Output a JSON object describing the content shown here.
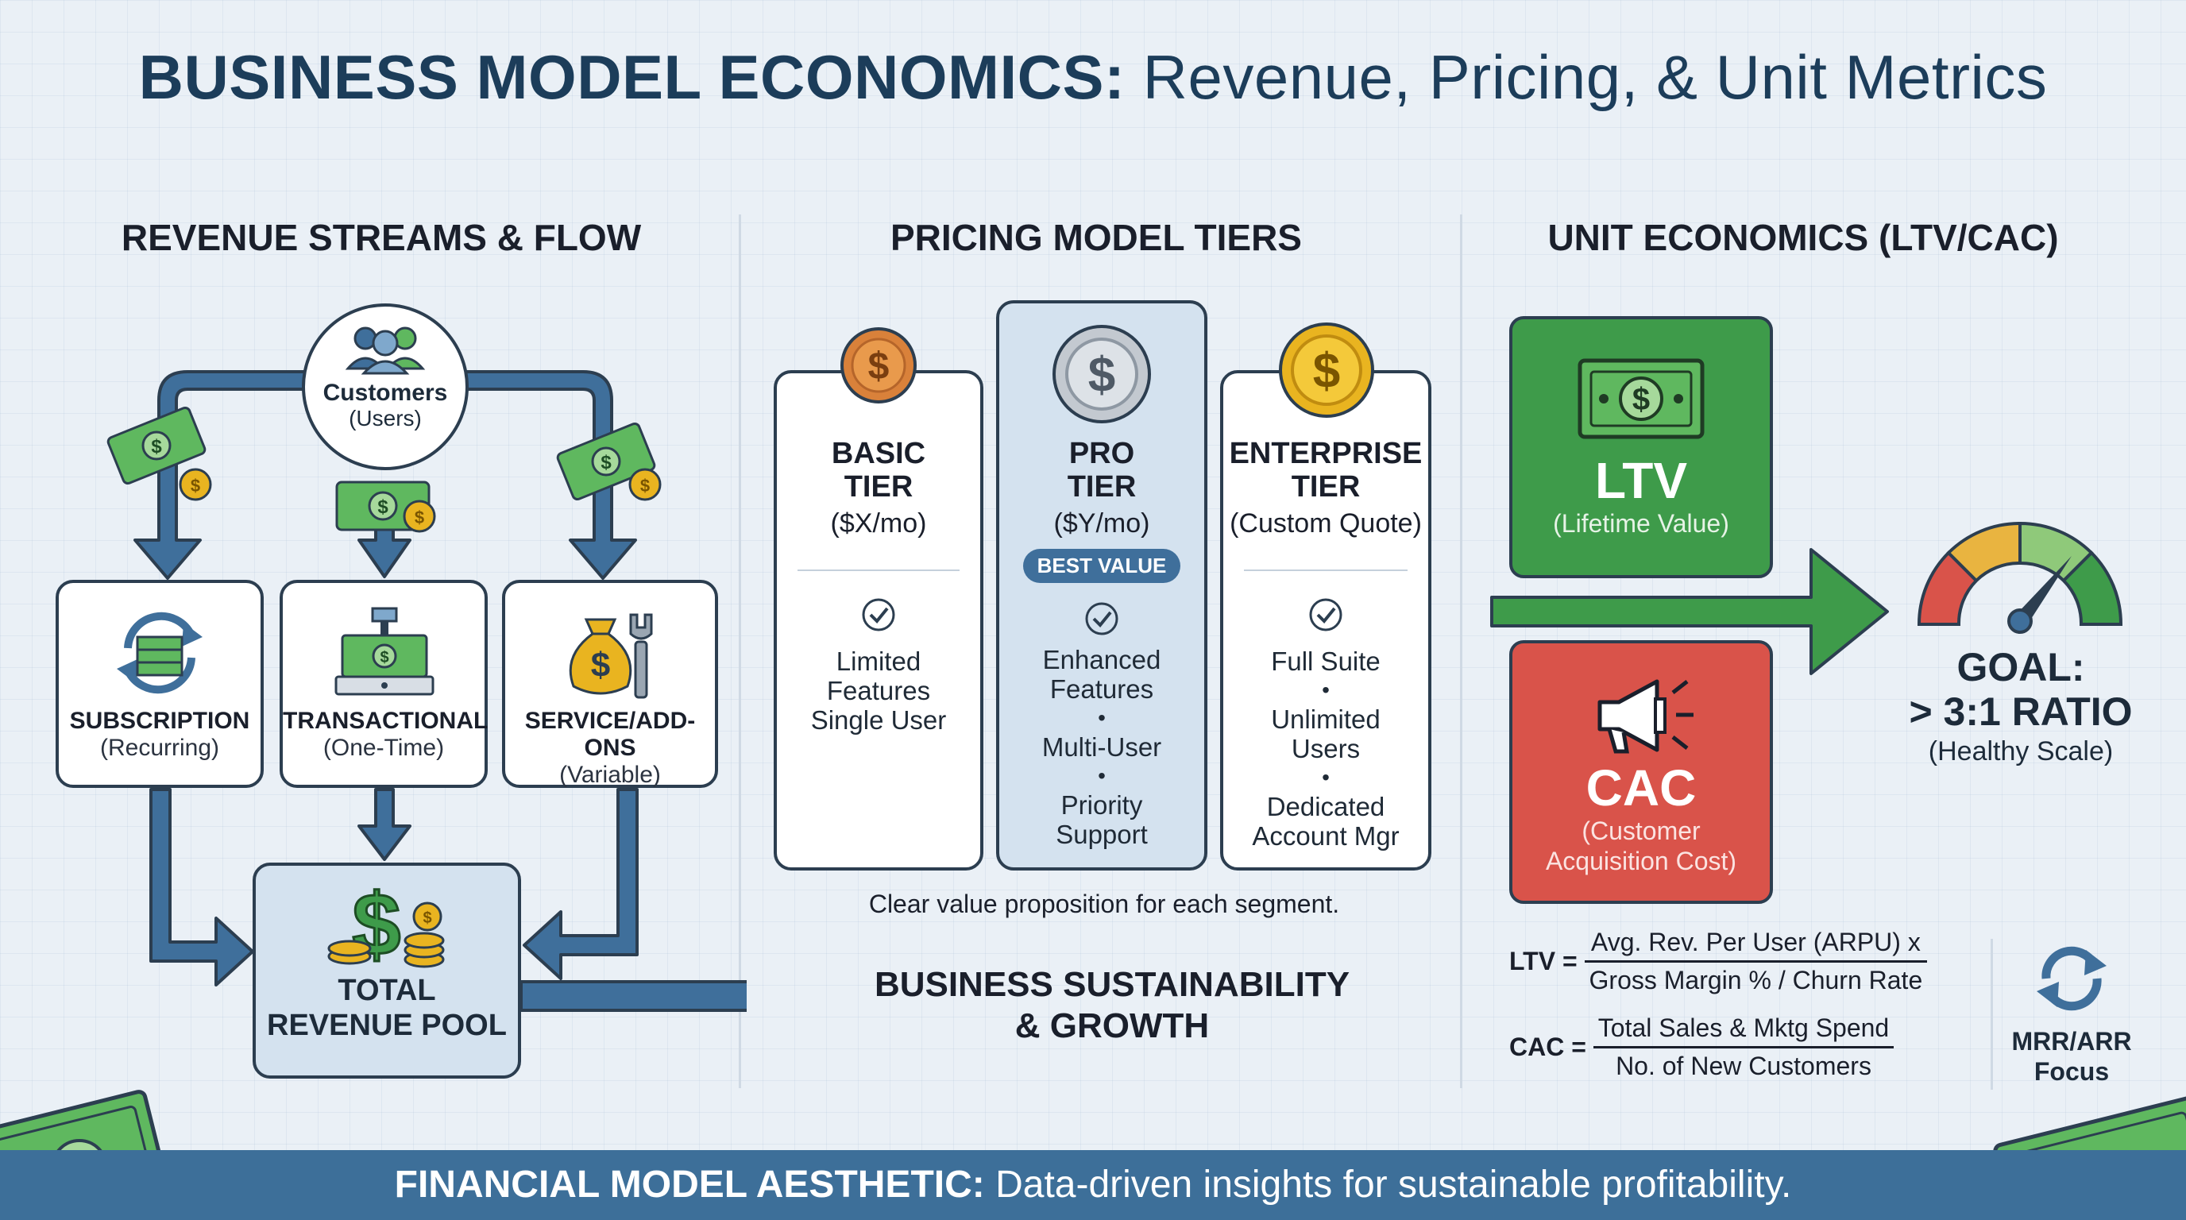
{
  "title": {
    "bold": "BUSINESS MODEL ECONOMICS:",
    "rest": " Revenue, Pricing, & Unit Metrics"
  },
  "revenue": {
    "heading": "REVENUE STREAMS & FLOW",
    "customers": {
      "label": "Customers",
      "sub": "(Users)"
    },
    "streams": [
      {
        "label": "SUBSCRIPTION",
        "sub": "(Recurring)"
      },
      {
        "label": "TRANSACTIONAL",
        "sub": "(One-Time)"
      },
      {
        "label": "SERVICE/ADD-ONS",
        "sub": "(Variable)"
      }
    ],
    "pool": {
      "line1": "TOTAL",
      "line2": "REVENUE POOL"
    },
    "outcome": {
      "line1": "BUSINESS SUSTAINABILITY",
      "line2": "& GROWTH"
    }
  },
  "pricing": {
    "heading": "PRICING MODEL TIERS",
    "tiers": [
      {
        "name1": "BASIC",
        "name2": "TIER",
        "price": "($X/mo)",
        "features": [
          "Limited",
          "Features",
          "Single User"
        ]
      },
      {
        "name1": "PRO",
        "name2": "TIER",
        "price": "($Y/mo)",
        "badge": "BEST VALUE",
        "features": [
          "Enhanced",
          "Features",
          "Multi-User",
          "Priority",
          "Support"
        ]
      },
      {
        "name1": "ENTERPRISE",
        "name2": "TIER",
        "price": "(Custom Quote)",
        "features": [
          "Full Suite",
          "Unlimited",
          "Users",
          "Dedicated",
          "Account Mgr"
        ]
      }
    ],
    "bullet": "•",
    "caption": "Clear value proposition for each segment."
  },
  "unit": {
    "heading": "UNIT ECONOMICS (LTV/CAC)",
    "ltv": {
      "label": "LTV",
      "sub": "(Lifetime Value)"
    },
    "cac": {
      "label": "CAC",
      "sub1": "(Customer",
      "sub2": "Acquisition Cost)"
    },
    "goal": {
      "line1": "GOAL:",
      "line2": "> 3:1 RATIO",
      "sub": "(Healthy Scale)"
    },
    "formulas": {
      "ltv_lhs": "LTV =",
      "ltv_num": "Avg. Rev. Per User (ARPU) x",
      "ltv_den": "Gross Margin % / Churn Rate",
      "cac_lhs": "CAC =",
      "cac_num": "Total Sales & Mktg Spend",
      "cac_den": "No. of New Customers"
    },
    "mrr": {
      "line1": "MRR/ARR",
      "line2": "Focus"
    }
  },
  "footer": {
    "bold": "FINANCIAL MODEL AESTHETIC:",
    "rest": " Data-driven insights for sustainable profitability."
  },
  "colors": {
    "flow_arrow": "#3f6f9b",
    "ltv_green": "#3e9b4a",
    "cac_red": "#d9534a",
    "pro_tier_bg": "#d4e2ef",
    "bar_blue": "#3d6f99",
    "gold": "#e9b420"
  }
}
